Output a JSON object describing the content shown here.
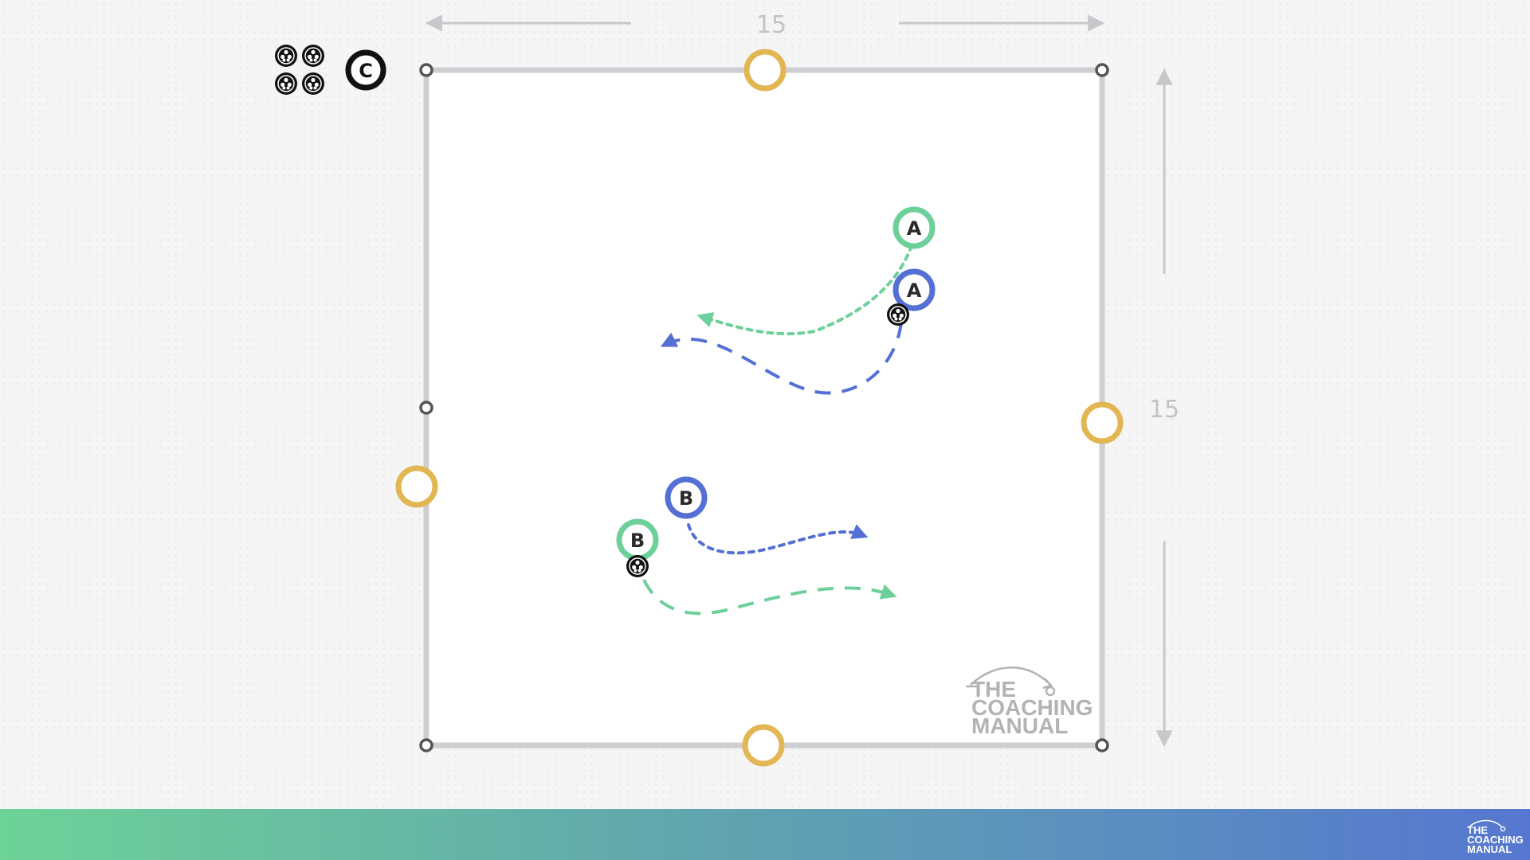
{
  "dimensions": {
    "width_label": "15",
    "height_label": "15"
  },
  "players": [
    {
      "id": "a-green",
      "letter": "A",
      "team": "green"
    },
    {
      "id": "a-blue",
      "letter": "A",
      "team": "blue"
    },
    {
      "id": "b-blue",
      "letter": "B",
      "team": "blue"
    },
    {
      "id": "b-green",
      "letter": "B",
      "team": "green"
    }
  ],
  "legend": {
    "balls_icon": "ball-group-icon",
    "coach_icon": "coach-icon",
    "coach_letter": "C"
  },
  "watermark": {
    "line1": "THE",
    "line2": "COACHING",
    "line3": "MANUAL"
  },
  "footer": {
    "logo_line1": "THE",
    "logo_line2": "COACHING",
    "logo_line3": "MANUAL"
  },
  "colors": {
    "green": "#6dcf9a",
    "blue": "#5470d4",
    "gold": "#e3b654",
    "field_line": "#cfcfd3",
    "corner": "#555555",
    "ball": "#111111"
  }
}
